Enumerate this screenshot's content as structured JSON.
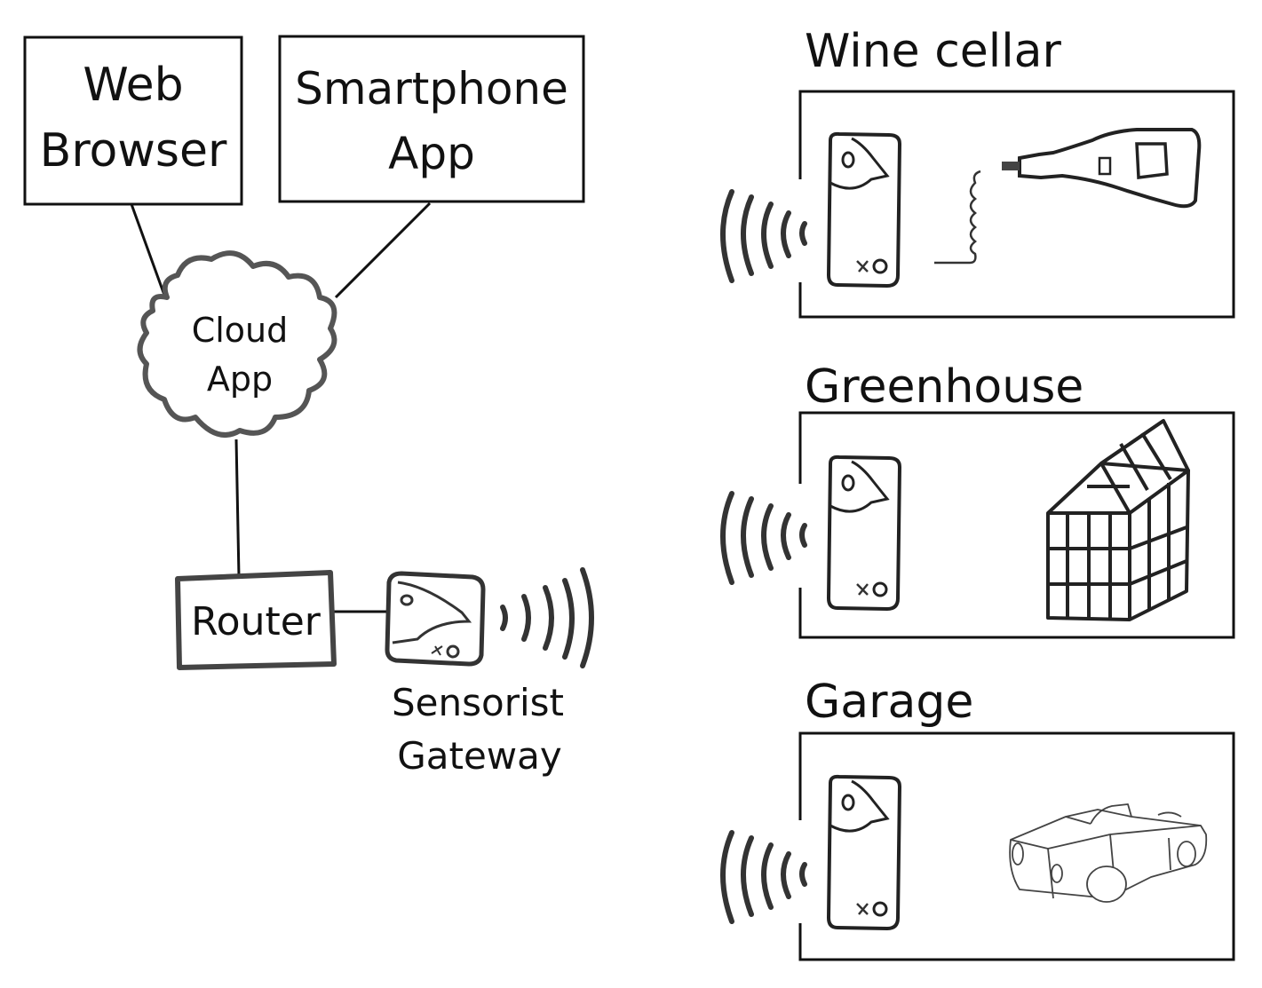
{
  "diagram": {
    "title": "Sensorist system overview",
    "nodes": {
      "web_browser": {
        "line1": "Web",
        "line2": "Browser"
      },
      "smartphone_app": {
        "line1": "Smartphone",
        "line2": "App"
      },
      "cloud_app": {
        "line1": "Cloud",
        "line2": "App"
      },
      "router": {
        "label": "Router"
      },
      "gateway": {
        "line1": "Sensorist",
        "line2": "Gateway"
      }
    },
    "edges": [
      {
        "from": "web_browser",
        "to": "cloud_app"
      },
      {
        "from": "smartphone_app",
        "to": "cloud_app"
      },
      {
        "from": "cloud_app",
        "to": "router"
      },
      {
        "from": "router",
        "to": "gateway"
      }
    ],
    "locations": [
      {
        "name": "Wine cellar",
        "object": "wine-bottle",
        "sensor": "temperature-probe"
      },
      {
        "name": "Greenhouse",
        "object": "greenhouse",
        "sensor": "sensor"
      },
      {
        "name": "Garage",
        "object": "car",
        "sensor": "sensor"
      }
    ],
    "colors": {
      "stroke": "#111111",
      "sketch": "#3a3a3a",
      "background": "#ffffff"
    }
  }
}
